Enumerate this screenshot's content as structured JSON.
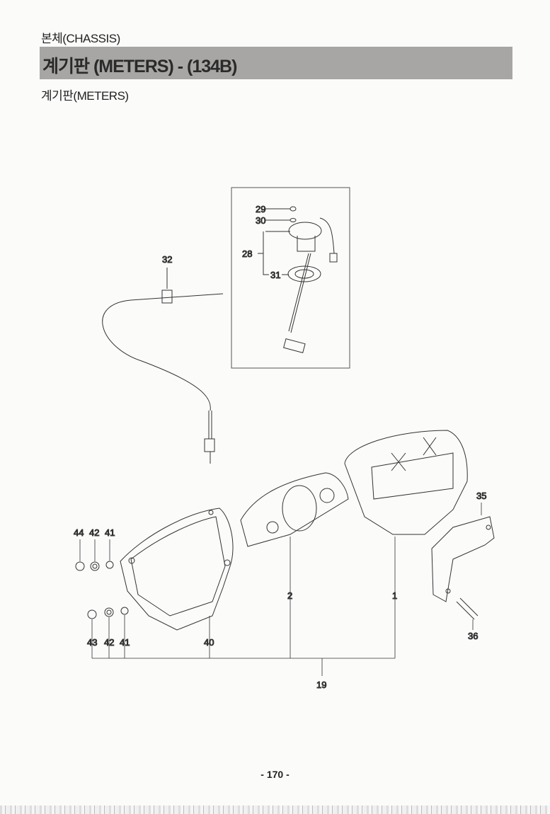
{
  "header": {
    "section": "본체(CHASSIS)",
    "title": "계기판 (METERS) - (134B)",
    "subtitle": "계기판(METERS)"
  },
  "callouts": {
    "c29": "29",
    "c30": "30",
    "c28": "28",
    "c31": "31",
    "c32": "32",
    "c35": "35",
    "c36": "36",
    "c44": "44",
    "c42a": "42",
    "c41a": "41",
    "c43": "43",
    "c42b": "42",
    "c41b": "41",
    "c40": "40",
    "c2": "2",
    "c1": "1",
    "c19": "19"
  },
  "footer": {
    "page": "- 170 -"
  }
}
